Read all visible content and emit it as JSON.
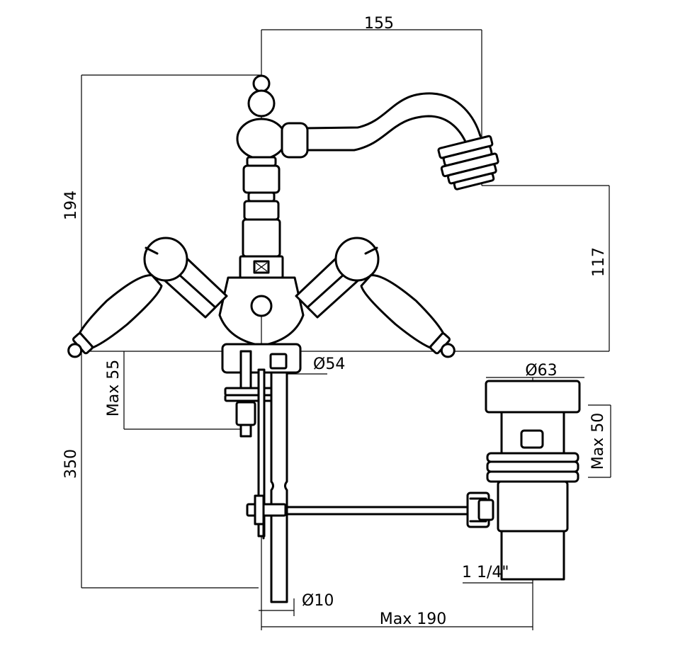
{
  "dimensions": {
    "width_top": "155",
    "height_total": "194",
    "spout_height": "117",
    "shank_length": "Max 55",
    "base_diameter": "Ø54",
    "pipe_length": "350",
    "waste_diameter": "Ø63",
    "waste_height": "Max 50",
    "thread_size": "1 1/4\"",
    "rod_diameter": "Ø10",
    "rod_reach": "Max 190"
  }
}
